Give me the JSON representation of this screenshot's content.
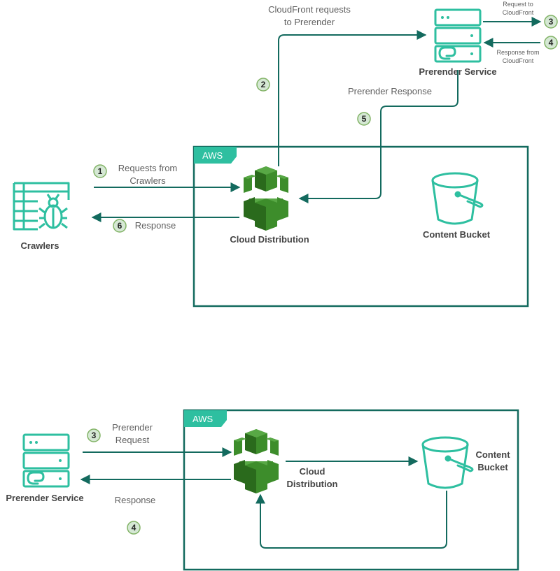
{
  "colors": {
    "teal": "#2ebfa0",
    "dark_teal": "#136a5e",
    "aws_green": "#3d8d2b",
    "aws_green_dark": "#2a6a1c",
    "badge_fill": "#d5e8d4",
    "badge_stroke": "#82b366"
  },
  "top": {
    "aws_tag": "AWS",
    "crawlers_label": "Crawlers",
    "cloud_distribution_label": "Cloud Distribution",
    "content_bucket_label": "Content Bucket",
    "prerender_service_label": "Prerender Service",
    "steps": {
      "s1": {
        "num": "1",
        "line1": "Requests from",
        "line2": "Crawlers"
      },
      "s2": {
        "num": "2",
        "line1": "CloudFront requests",
        "line2": "to Prerender"
      },
      "s3": {
        "num": "3",
        "line1": "Request to",
        "line2": "CloudFront"
      },
      "s4": {
        "num": "4",
        "line1": "Response from",
        "line2": "CloudFront"
      },
      "s5": {
        "num": "5",
        "line1": "Prerender Response"
      },
      "s6": {
        "num": "6",
        "line1": "Response"
      }
    }
  },
  "bottom": {
    "aws_tag": "AWS",
    "prerender_service_label": "Prerender Service",
    "cloud_line1": "Cloud",
    "cloud_line2": "Distribution",
    "bucket_line1": "Content",
    "bucket_line2": "Bucket",
    "steps": {
      "s3": {
        "num": "3",
        "line1": "Prerender",
        "line2": "Request"
      },
      "s4": {
        "num": "4",
        "line1": "Response"
      }
    }
  }
}
